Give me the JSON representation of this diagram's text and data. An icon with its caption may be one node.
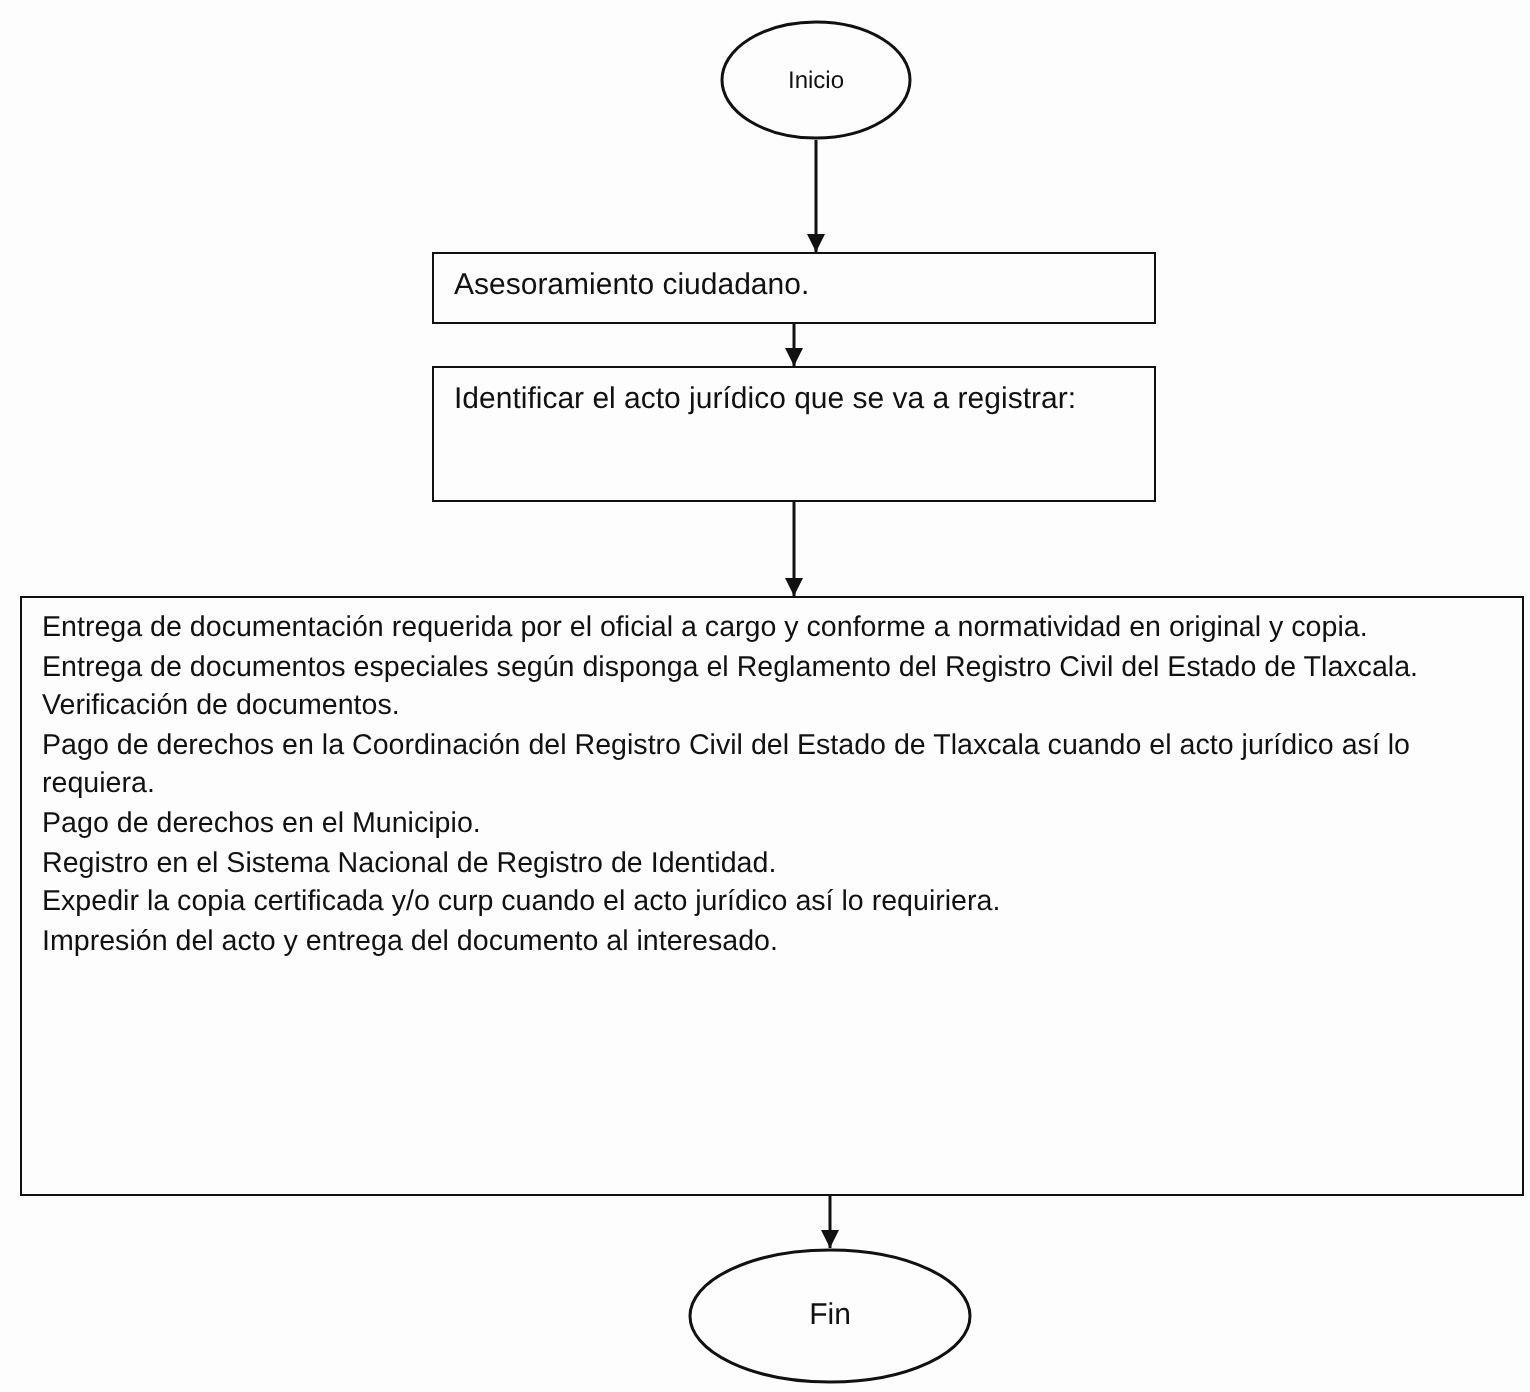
{
  "diagram": {
    "nodes": [
      {
        "text": [
          "Inicio"
        ]
      },
      {
        "text": [
          "Asesoramiento ciudadano."
        ]
      },
      {
        "text": [
          "Identificar el acto jurídico que se va a registrar:"
        ]
      },
      {
        "text": [
          "Entrega de documentación requerida por el oficial a cargo y conforme a normatividad en original y copia.",
          "Entrega de documentos especiales según disponga el Reglamento del Registro Civil del Estado de Tlaxcala.",
          "Verificación de documentos.",
          "Pago de derechos en la Coordinación del Registro Civil del Estado de Tlaxcala cuando el acto jurídico así lo requiera.",
          "Pago de derechos en el Municipio.",
          "Registro en el Sistema Nacional de Registro de Identidad.",
          "Expedir la copia certificada y/o curp cuando el acto jurídico así lo requiriera.",
          "Impresión del acto y entrega del documento al interesado."
        ]
      },
      {
        "text": [
          "Fin"
        ]
      }
    ],
    "edges": [
      {
        "from": 0,
        "to": 1,
        "arrow": "to"
      },
      {
        "from": 1,
        "to": 2,
        "arrow": "to"
      },
      {
        "from": 2,
        "to": 3,
        "arrow": "to"
      },
      {
        "from": 3,
        "to": 4,
        "arrow": "to"
      }
    ]
  }
}
